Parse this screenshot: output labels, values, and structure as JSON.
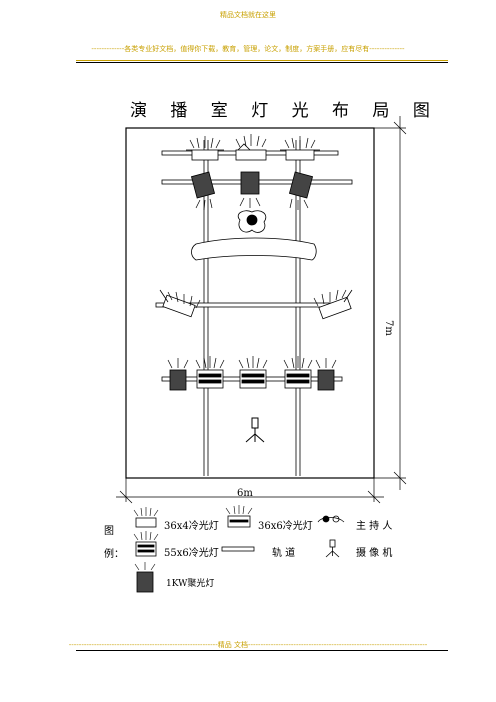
{
  "header": {
    "top": "精品文档就在这里",
    "sub": "-------------各类专业好文档，值得你下载，教育，管理，论文，制度，方案手册，应有尽有--------------"
  },
  "title": "演 播 室 灯 光 布 局 图",
  "dimensions": {
    "width_label": "6m",
    "height_label": "7m"
  },
  "legend": {
    "label_1": "图",
    "label_2": "例：",
    "items": [
      "36x4冷光灯",
      "36x6冷光灯",
      "主 持 人",
      "55x6冷光灯",
      "轨  道",
      "摄 像 机",
      "1KW聚光灯"
    ]
  },
  "footer": "-----------------------------------------------------------精品    文档-----------------------------------------------------------------------",
  "colors": {
    "header": "#c8a000",
    "line": "#000000",
    "fill_dark": "#444444"
  }
}
